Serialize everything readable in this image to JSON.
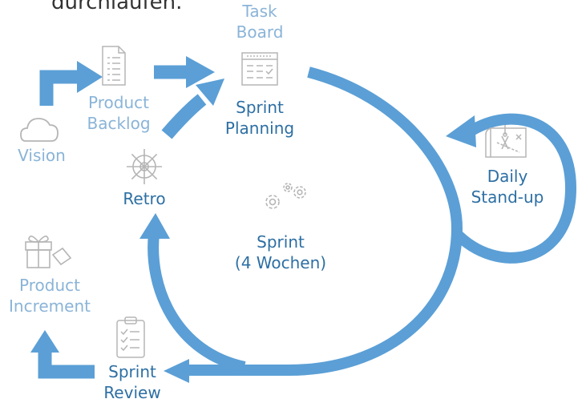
{
  "header": {
    "text": "durchlaufen."
  },
  "labels": {
    "task_board": [
      "Task",
      "Board"
    ],
    "product_backlog": [
      "Product",
      "Backlog"
    ],
    "vision": "Vision",
    "sprint_planning": [
      "Sprint",
      "Planning"
    ],
    "retro": "Retro",
    "sprint": [
      "Sprint",
      "(4 Wochen)"
    ],
    "daily_standup": [
      "Daily",
      "Stand-up"
    ],
    "product_increment": [
      "Product",
      "Increment"
    ],
    "sprint_review": [
      "Sprint",
      "Review"
    ]
  },
  "colors": {
    "arrow": "#5b9fd6",
    "label_light": "#8ab4d8",
    "label_dark": "#2d6fa3",
    "icon": "#b5b5b5"
  },
  "icons": [
    "cloud-icon",
    "document-list-icon",
    "kanban-board-icon",
    "ship-wheel-icon",
    "gears-icon",
    "blueprint-icon",
    "gift-icon",
    "checklist-clipboard-icon"
  ]
}
